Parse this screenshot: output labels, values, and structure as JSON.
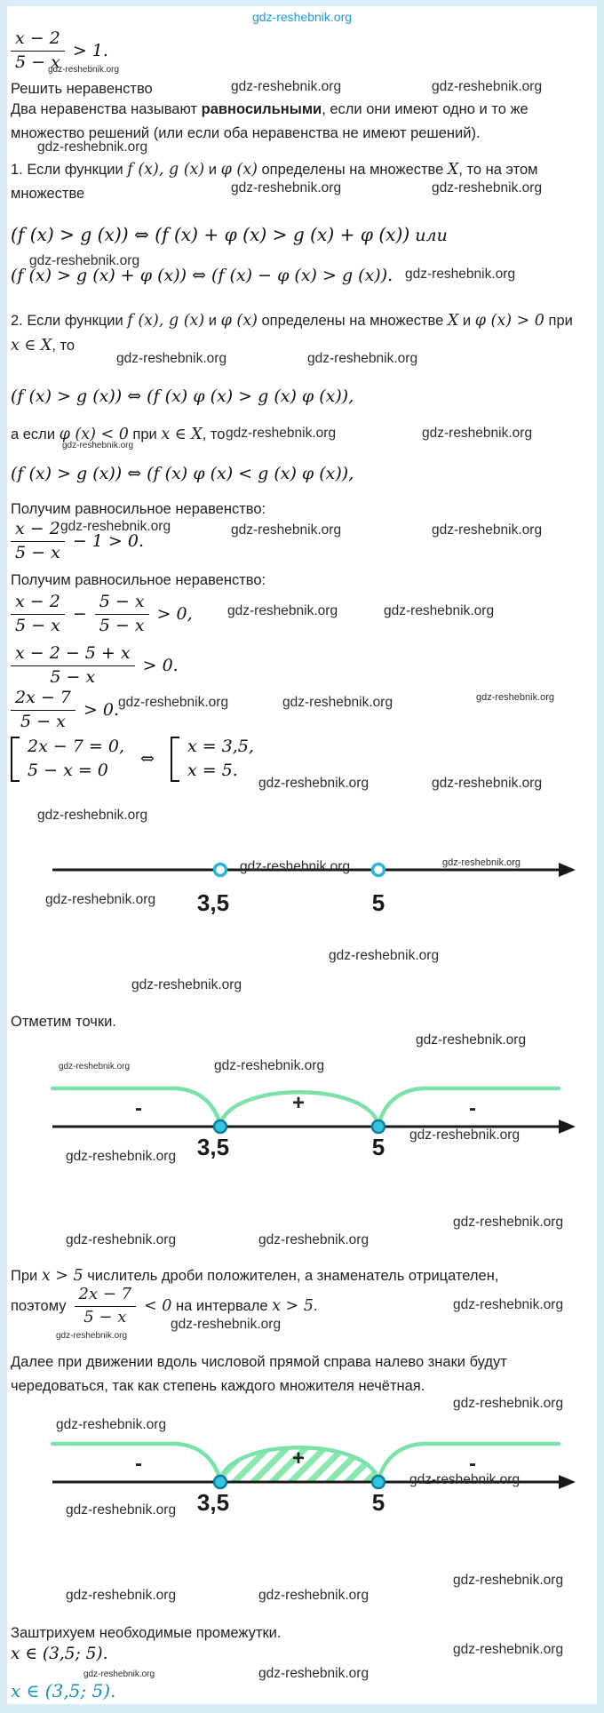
{
  "site": {
    "watermark": "gdz-reshebnik.org"
  },
  "colors": {
    "page_background": "#ffffff",
    "frame_background": "#d8edf6",
    "watermark_accent": "#1e9ad6",
    "answer_accent": "#1492b4",
    "curve_green": "#7be3a9",
    "point_cyan": "#35c3e0",
    "point_ring": "#0c7f9e"
  },
  "intro": {
    "frac": {
      "num": "x − 2",
      "den": "5 − x",
      "after": "> 1."
    },
    "task": "Решить неравенство"
  },
  "theory": {
    "definition": [
      {
        "t": "Два неравенства называют "
      },
      {
        "b": "равносильными"
      },
      {
        "t": ", если они имеют одно и то же множество решений (или если оба неравенства не имеют решений)."
      }
    ],
    "p1": [
      {
        "t": "1. Если функции "
      },
      {
        "m": "f (x), g (x)"
      },
      {
        "t": " и "
      },
      {
        "m": "φ (x)"
      },
      {
        "t": " определены на множестве "
      },
      {
        "m": "X"
      },
      {
        "t": ", то на этом множестве"
      }
    ],
    "f1": [
      {
        "m": "(f (x) > g (x)) ⇔ (f (x) + φ (x) > g (x) + φ (x))"
      },
      {
        "t": " или"
      }
    ],
    "f2": "(f (x) > g (x) + φ (x)) ⇔ (f (x) − φ (x) > g (x)).",
    "p2": [
      {
        "t": "2. Если функции "
      },
      {
        "m": "f (x), g (x)"
      },
      {
        "t": " и "
      },
      {
        "m": "φ (x)"
      },
      {
        "t": " определены на множестве "
      },
      {
        "m": "X"
      },
      {
        "t": " и "
      },
      {
        "m": "φ (x) > 0"
      },
      {
        "t": " при "
      },
      {
        "m": "x ∈ X"
      },
      {
        "t": ", то"
      }
    ],
    "f3": "(f (x) > g (x)) ⇔ (f (x) φ (x) > g (x) φ (x)),",
    "p3": [
      {
        "t": "а если "
      },
      {
        "m": "φ (x) < 0"
      },
      {
        "t": " при "
      },
      {
        "m": "x ∈ X"
      },
      {
        "t": ", то"
      }
    ],
    "f4": "(f (x) > g (x)) ⇔ (f (x) φ (x) < g (x) φ (x)),"
  },
  "solution": {
    "get_equiv1": "Получим равносильное неравенство:",
    "step1": {
      "num": "x − 2",
      "den": "5 − x",
      "after": "− 1 > 0."
    },
    "get_equiv2": "Получим равносильное неравенство:",
    "step2": {
      "n1": "x − 2",
      "d1": "5 − x",
      "minus": "−",
      "n2": "5 − x",
      "d2": "5 − x",
      "after": "> 0,"
    },
    "step3": {
      "num": "x − 2 − 5 + x",
      "den": "5 − x",
      "after": "> 0."
    },
    "step4": {
      "num": "2x − 7",
      "den": "5 − x",
      "after": "> 0."
    },
    "system": {
      "eq1": "2x − 7 = 0,",
      "eq2": "5 − x = 0",
      "iff": "⇔",
      "r1": "x = 3,5,",
      "r2": "x = 5."
    },
    "mark_points": "Отметим точки.",
    "analysis1": [
      {
        "t": "При "
      },
      {
        "m": "x > 5"
      },
      {
        "t": " числитель дроби положителен, а знаменатель отрицателен,"
      }
    ],
    "analysis2_pre": "поэтому",
    "analysis2_frac": {
      "num": "2x − 7",
      "den": "5 − x"
    },
    "analysis2_post": [
      {
        "m": "< 0"
      },
      {
        "t": " на интервале "
      },
      {
        "m": "x > 5"
      },
      {
        "t": "."
      }
    ],
    "analysis3": "Далее при движении вдоль числовой прямой справа налево знаки будут чередоваться, так как степень каждого множителя нечётная.",
    "shade": "Заштрихуем необходимые промежутки.",
    "result": "x ∈ (3,5;  5).",
    "answer": "x ∈ (3,5;  5)."
  },
  "diagram": {
    "points": [
      "3,5",
      "5"
    ],
    "signs": [
      "-",
      "+",
      "-"
    ]
  }
}
